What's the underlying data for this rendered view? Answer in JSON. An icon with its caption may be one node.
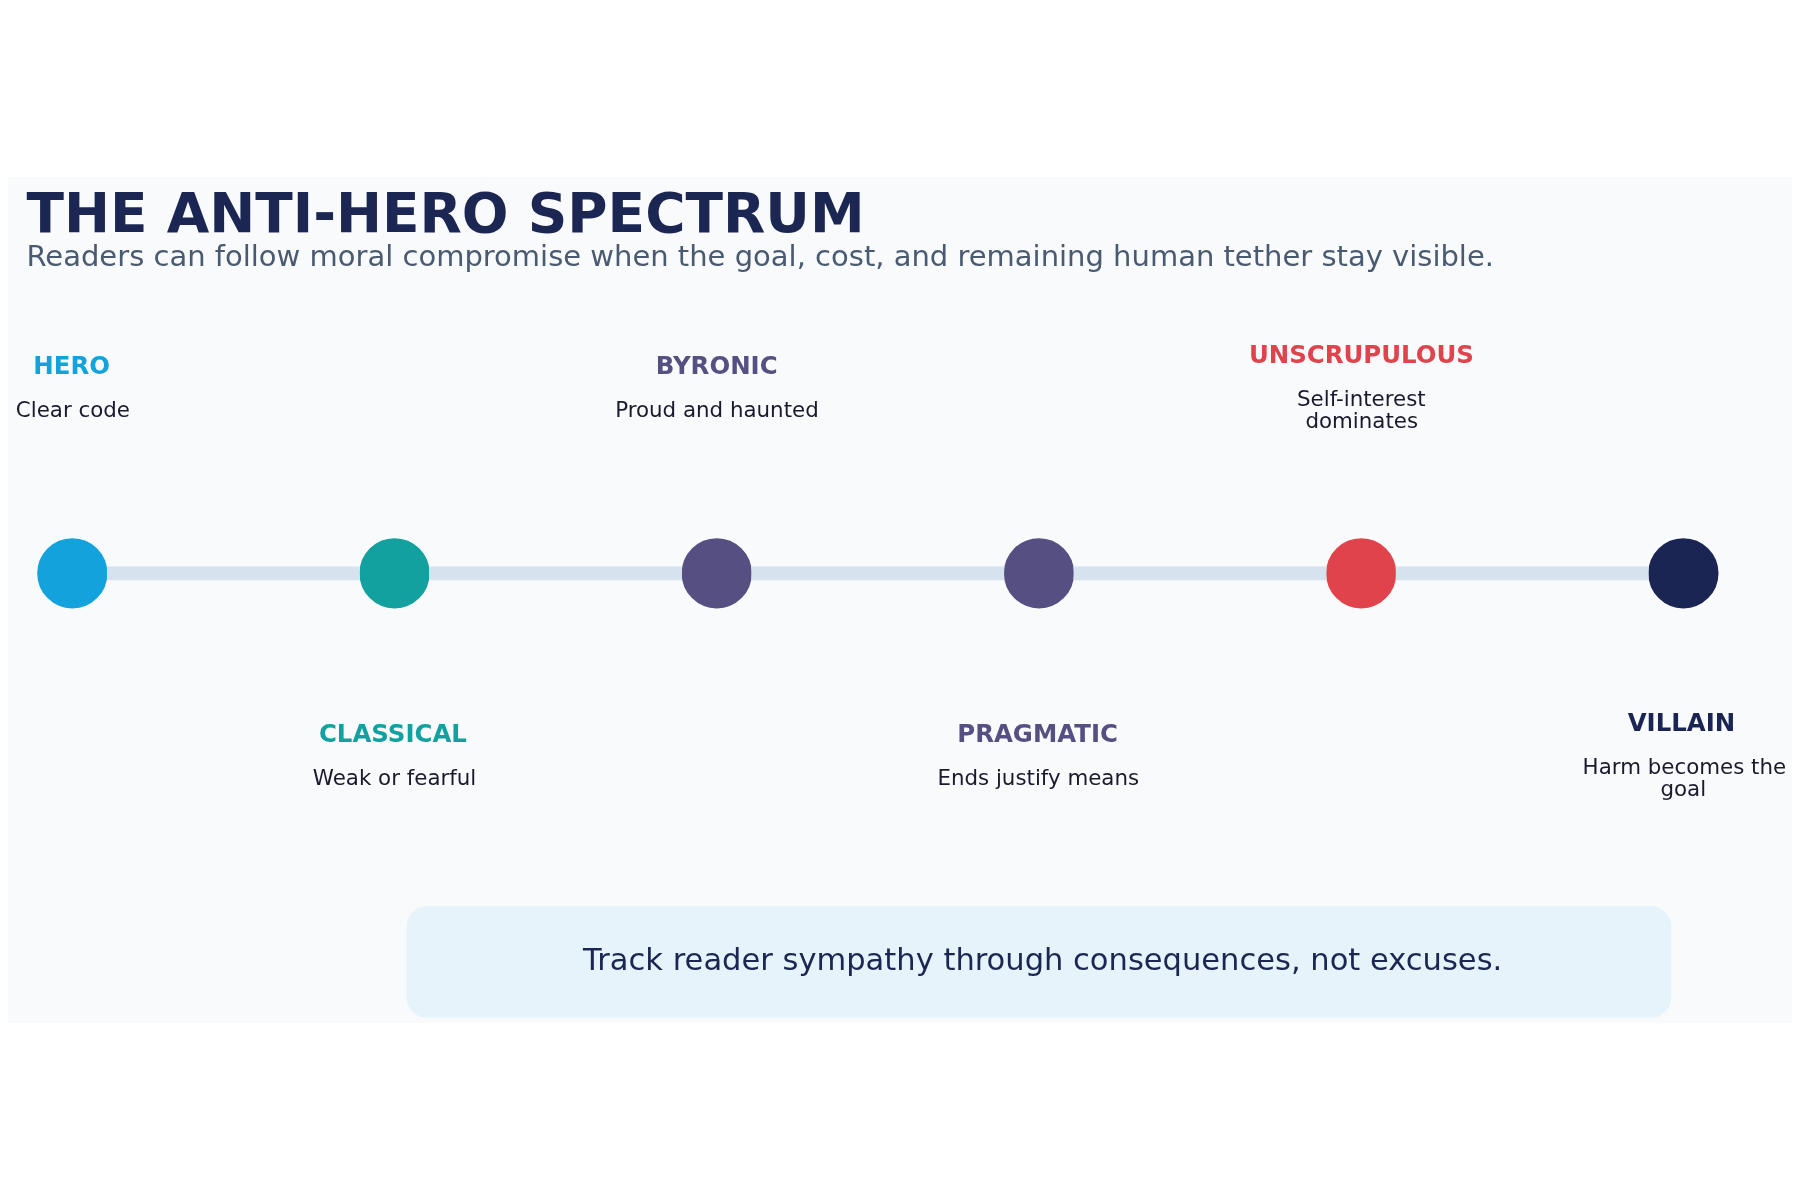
{
  "diagram": {
    "title": "THE ANTI-HERO SPECTRUM",
    "caption": "Readers can follow moral compromise when the goal, cost, and remaining human tether stay visible.",
    "nodes": [
      {
        "text": [],
        "shape": "circle",
        "beside": [
          "HERO",
          "Clear code"
        ]
      },
      {
        "text": [],
        "shape": "circle",
        "beside": [
          "CLASSICAL",
          "Weak or fearful"
        ]
      },
      {
        "text": [],
        "shape": "circle",
        "beside": [
          "BYRONIC",
          "Proud and haunted"
        ]
      },
      {
        "text": [],
        "shape": "circle",
        "beside": [
          "PRAGMATIC",
          "Ends justify means"
        ]
      },
      {
        "text": [],
        "shape": "circle",
        "beside": [
          "UNSCRUPULOUS",
          "Self-interest dominates"
        ]
      },
      {
        "text": [],
        "shape": "circle",
        "beside": [
          "VILLAIN",
          "Harm becomes the goal"
        ]
      },
      {
        "text": [
          "Track reader sympathy through consequences, not excuses."
        ]
      }
    ],
    "edges": [
      {
        "from": 0,
        "to": 1,
        "arrow": "none"
      },
      {
        "from": 1,
        "to": 2,
        "arrow": "none"
      },
      {
        "from": 2,
        "to": 3,
        "arrow": "none"
      },
      {
        "from": 3,
        "to": 4,
        "arrow": "none"
      },
      {
        "from": 4,
        "to": 5,
        "arrow": "none"
      }
    ]
  }
}
